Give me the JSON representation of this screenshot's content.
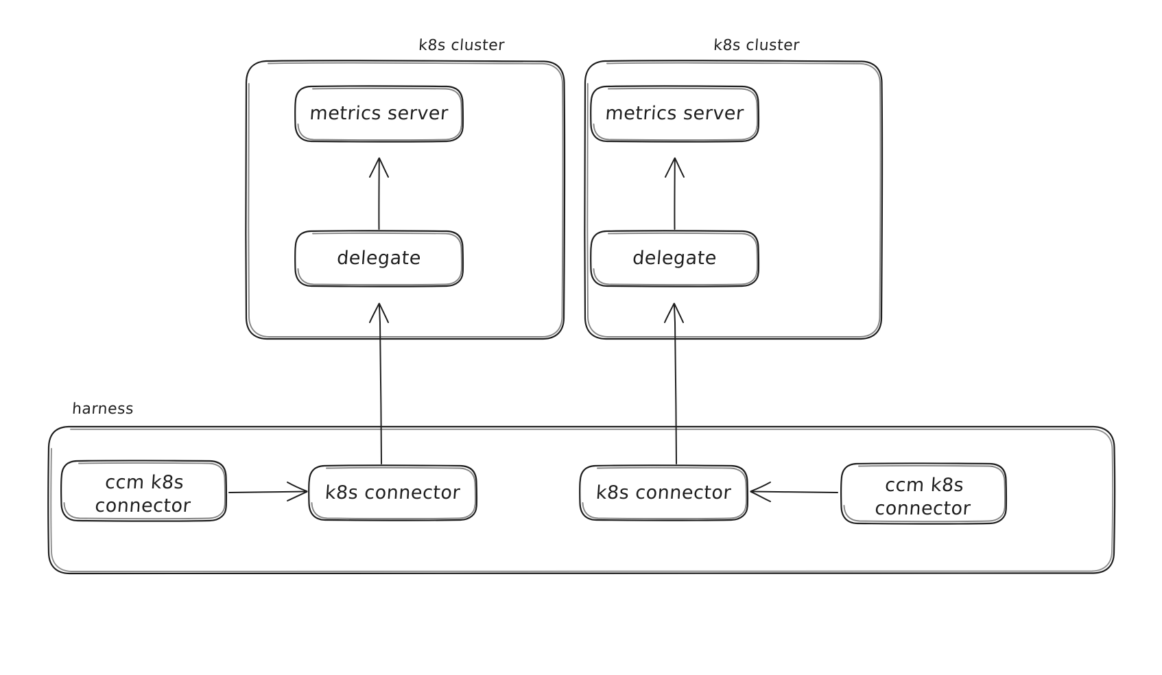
{
  "diagram": {
    "title": "harness k8s cluster connectivity",
    "background": "#ffffff",
    "stroke_color": "#1e1e1e",
    "style": "hand-drawn",
    "containers": [
      {
        "id": "cluster-left",
        "label": "k8s cluster",
        "label_position": "top-right"
      },
      {
        "id": "cluster-right",
        "label": "k8s cluster",
        "label_position": "top-right"
      },
      {
        "id": "harness",
        "label": "harness",
        "label_position": "top-left"
      }
    ],
    "nodes": [
      {
        "id": "metrics-server-left",
        "label": "metrics server",
        "parent": "cluster-left"
      },
      {
        "id": "delegate-left",
        "label": "delegate",
        "parent": "cluster-left"
      },
      {
        "id": "metrics-server-right",
        "label": "metrics server",
        "parent": "cluster-right"
      },
      {
        "id": "delegate-right",
        "label": "delegate",
        "parent": "cluster-right"
      },
      {
        "id": "ccm-connector-left",
        "label": "ccm k8s\nconnector",
        "line1": "ccm k8s",
        "line2": "connector",
        "parent": "harness"
      },
      {
        "id": "k8s-connector-left",
        "label": "k8s connector",
        "parent": "harness"
      },
      {
        "id": "k8s-connector-right",
        "label": "k8s connector",
        "parent": "harness"
      },
      {
        "id": "ccm-connector-right",
        "label": "ccm k8s\nconnector",
        "line1": "ccm k8s",
        "line2": "connector",
        "parent": "harness"
      }
    ],
    "edges": [
      {
        "from": "delegate-left",
        "to": "metrics-server-left",
        "direction": "up"
      },
      {
        "from": "delegate-right",
        "to": "metrics-server-right",
        "direction": "up"
      },
      {
        "from": "k8s-connector-left",
        "to": "delegate-left",
        "direction": "up"
      },
      {
        "from": "k8s-connector-right",
        "to": "delegate-right",
        "direction": "up"
      },
      {
        "from": "ccm-connector-left",
        "to": "k8s-connector-left",
        "direction": "right"
      },
      {
        "from": "ccm-connector-right",
        "to": "k8s-connector-right",
        "direction": "left"
      }
    ]
  },
  "labels": {
    "cluster_left_title": "k8s cluster",
    "cluster_right_title": "k8s cluster",
    "harness_title": "harness",
    "metrics_server_left": "metrics server",
    "metrics_server_right": "metrics server",
    "delegate_left": "delegate",
    "delegate_right": "delegate",
    "ccm_connector_left_line1": "ccm k8s",
    "ccm_connector_left_line2": "connector",
    "ccm_connector_right_line1": "ccm k8s",
    "ccm_connector_right_line2": "connector",
    "k8s_connector_left": "k8s connector",
    "k8s_connector_right": "k8s connector"
  }
}
